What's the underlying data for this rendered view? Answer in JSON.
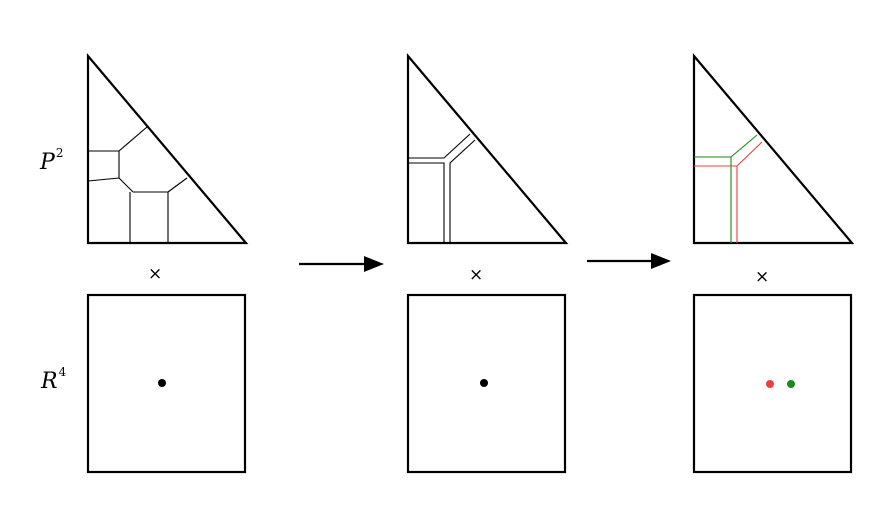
{
  "labels": {
    "projective_base": "P",
    "projective_exp": "2",
    "real_base": "R",
    "real_exp": "4",
    "times_symbol": "×"
  },
  "colors": {
    "stroke": "#000000",
    "red": "#e8403c",
    "green": "#1a8a1a"
  }
}
